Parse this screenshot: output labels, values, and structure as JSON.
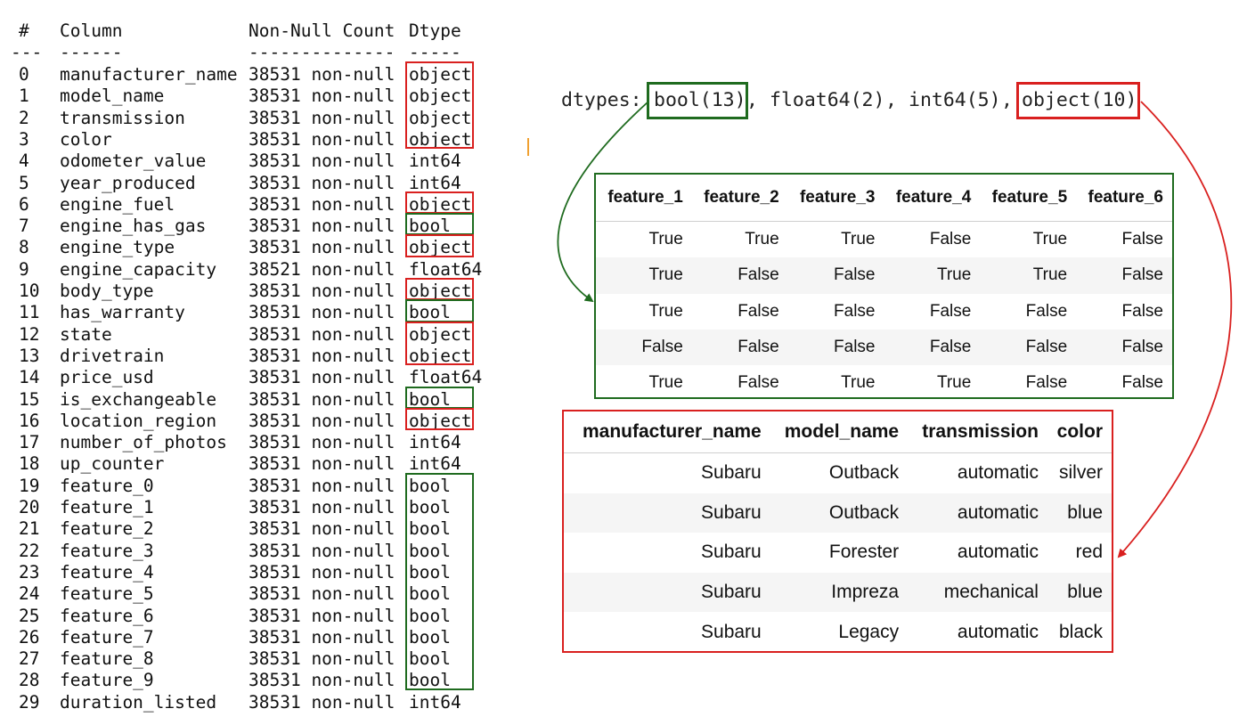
{
  "info": {
    "header": {
      "index": "#",
      "column": "Column",
      "count": "Non-Null Count",
      "dtype": "Dtype"
    },
    "separator": {
      "index": "---",
      "column": "------",
      "count": "--------------",
      "dtype": "-----"
    },
    "rows": [
      {
        "i": "0",
        "column": "manufacturer_name",
        "count": "38531 non-null",
        "dtype": "object"
      },
      {
        "i": "1",
        "column": "model_name",
        "count": "38531 non-null",
        "dtype": "object"
      },
      {
        "i": "2",
        "column": "transmission",
        "count": "38531 non-null",
        "dtype": "object"
      },
      {
        "i": "3",
        "column": "color",
        "count": "38531 non-null",
        "dtype": "object"
      },
      {
        "i": "4",
        "column": "odometer_value",
        "count": "38531 non-null",
        "dtype": "int64"
      },
      {
        "i": "5",
        "column": "year_produced",
        "count": "38531 non-null",
        "dtype": "int64"
      },
      {
        "i": "6",
        "column": "engine_fuel",
        "count": "38531 non-null",
        "dtype": "object"
      },
      {
        "i": "7",
        "column": "engine_has_gas",
        "count": "38531 non-null",
        "dtype": "bool"
      },
      {
        "i": "8",
        "column": "engine_type",
        "count": "38531 non-null",
        "dtype": "object"
      },
      {
        "i": "9",
        "column": "engine_capacity",
        "count": "38521 non-null",
        "dtype": "float64"
      },
      {
        "i": "10",
        "column": "body_type",
        "count": "38531 non-null",
        "dtype": "object"
      },
      {
        "i": "11",
        "column": "has_warranty",
        "count": "38531 non-null",
        "dtype": "bool"
      },
      {
        "i": "12",
        "column": "state",
        "count": "38531 non-null",
        "dtype": "object"
      },
      {
        "i": "13",
        "column": "drivetrain",
        "count": "38531 non-null",
        "dtype": "object"
      },
      {
        "i": "14",
        "column": "price_usd",
        "count": "38531 non-null",
        "dtype": "float64"
      },
      {
        "i": "15",
        "column": "is_exchangeable",
        "count": "38531 non-null",
        "dtype": "bool"
      },
      {
        "i": "16",
        "column": "location_region",
        "count": "38531 non-null",
        "dtype": "object"
      },
      {
        "i": "17",
        "column": "number_of_photos",
        "count": "38531 non-null",
        "dtype": "int64"
      },
      {
        "i": "18",
        "column": "up_counter",
        "count": "38531 non-null",
        "dtype": "int64"
      },
      {
        "i": "19",
        "column": "feature_0",
        "count": "38531 non-null",
        "dtype": "bool"
      },
      {
        "i": "20",
        "column": "feature_1",
        "count": "38531 non-null",
        "dtype": "bool"
      },
      {
        "i": "21",
        "column": "feature_2",
        "count": "38531 non-null",
        "dtype": "bool"
      },
      {
        "i": "22",
        "column": "feature_3",
        "count": "38531 non-null",
        "dtype": "bool"
      },
      {
        "i": "23",
        "column": "feature_4",
        "count": "38531 non-null",
        "dtype": "bool"
      },
      {
        "i": "24",
        "column": "feature_5",
        "count": "38531 non-null",
        "dtype": "bool"
      },
      {
        "i": "25",
        "column": "feature_6",
        "count": "38531 non-null",
        "dtype": "bool"
      },
      {
        "i": "26",
        "column": "feature_7",
        "count": "38531 non-null",
        "dtype": "bool"
      },
      {
        "i": "27",
        "column": "feature_8",
        "count": "38531 non-null",
        "dtype": "bool"
      },
      {
        "i": "28",
        "column": "feature_9",
        "count": "38531 non-null",
        "dtype": "bool"
      },
      {
        "i": "29",
        "column": "duration_listed",
        "count": "38531 non-null",
        "dtype": "int64"
      }
    ]
  },
  "dtypes_summary": {
    "prefix": "dtypes:",
    "bool": "bool(13)",
    "float": "float64(2)",
    "int": "int64(5)",
    "object": "object(10)"
  },
  "bool_table": {
    "headers": [
      "feature_1",
      "feature_2",
      "feature_3",
      "feature_4",
      "feature_5",
      "feature_6"
    ],
    "rows": [
      [
        "True",
        "True",
        "True",
        "False",
        "True",
        "False"
      ],
      [
        "True",
        "False",
        "False",
        "True",
        "True",
        "False"
      ],
      [
        "True",
        "False",
        "False",
        "False",
        "False",
        "False"
      ],
      [
        "False",
        "False",
        "False",
        "False",
        "False",
        "False"
      ],
      [
        "True",
        "False",
        "True",
        "True",
        "False",
        "False"
      ]
    ]
  },
  "object_table": {
    "headers": [
      "manufacturer_name",
      "model_name",
      "transmission",
      "color"
    ],
    "rows": [
      [
        "Subaru",
        "Outback",
        "automatic",
        "silver"
      ],
      [
        "Subaru",
        "Outback",
        "automatic",
        "blue"
      ],
      [
        "Subaru",
        "Forester",
        "automatic",
        "red"
      ],
      [
        "Subaru",
        "Impreza",
        "mechanical",
        "blue"
      ],
      [
        "Subaru",
        "Legacy",
        "automatic",
        "black"
      ]
    ]
  },
  "colors": {
    "object_highlight": "#d9201f",
    "bool_highlight": "#1f6b1f",
    "row_alt": "#f5f5f5",
    "cursor": "#f0a030"
  }
}
